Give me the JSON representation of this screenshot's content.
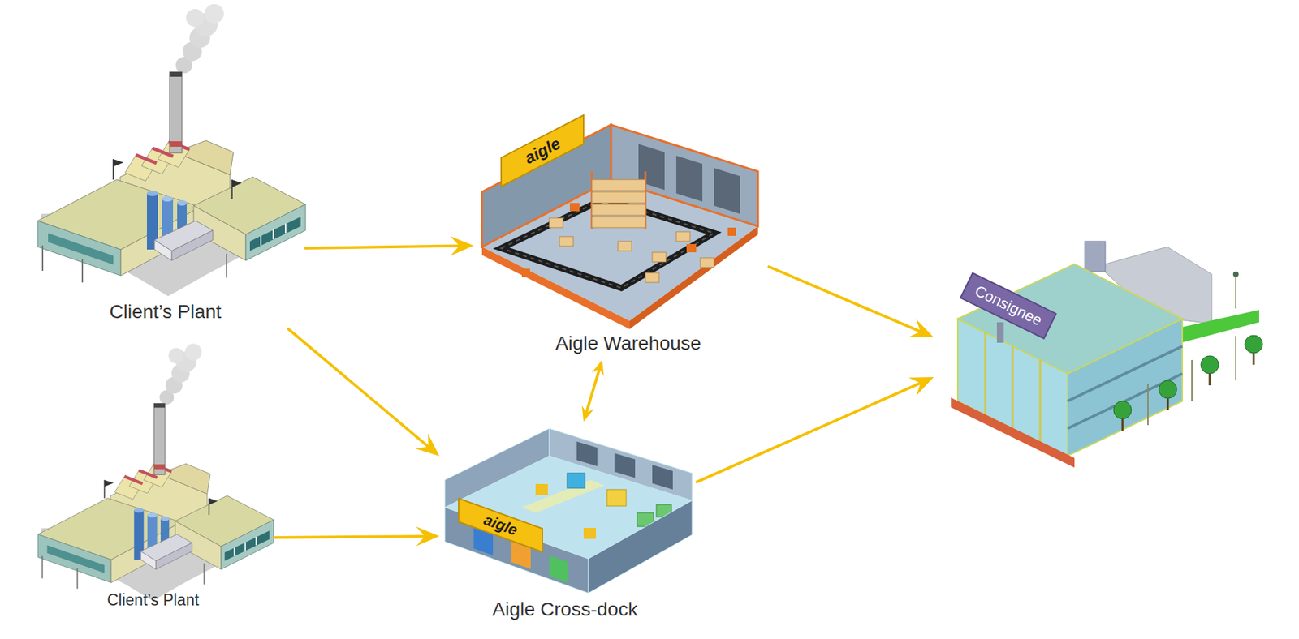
{
  "diagram": {
    "nodes": [
      {
        "text": [
          "Client’s Plant"
        ]
      },
      {
        "text": [
          "Aigle Warehouse"
        ]
      },
      {
        "text": [
          "Consignee"
        ]
      },
      {
        "text": [
          "Client’s Plant"
        ]
      },
      {
        "text": [
          "Aigle Cross-dock"
        ]
      }
    ],
    "edges": [
      {
        "from": 0,
        "to": 1,
        "arrow": "to"
      },
      {
        "from": 0,
        "to": 4,
        "arrow": "to"
      },
      {
        "from": 3,
        "to": 4,
        "arrow": "to"
      },
      {
        "from": 4,
        "to": 1,
        "arrow": "both"
      },
      {
        "from": 1,
        "to": 2,
        "arrow": "to"
      },
      {
        "from": 4,
        "to": 2,
        "arrow": "to"
      }
    ],
    "labels": [
      "aigle",
      "aigle"
    ]
  }
}
